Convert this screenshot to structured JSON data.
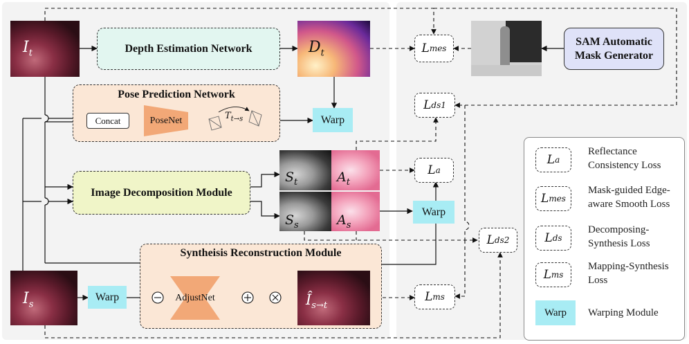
{
  "modules": {
    "depth_estimation": "Depth Estimation Network",
    "pose_prediction": "Pose Prediction Network",
    "concat": "Concat",
    "posenet": "PoseNet",
    "transform": "T",
    "transform_sub": "t→s",
    "image_decomposition": "Image Decomposition Module",
    "synthesis_reconstruction": "Syntheisis Reconstruction Module",
    "adjustnet": "AdjustNet",
    "sam": "SAM Automatic Mask Generator"
  },
  "warp_label": "Warp",
  "image_labels": {
    "it": {
      "main": "I",
      "sub": "t"
    },
    "is": {
      "main": "I",
      "sub": "s"
    },
    "dt": {
      "main": "D",
      "sub": "t"
    },
    "st": {
      "main": "S",
      "sub": "t"
    },
    "at": {
      "main": "A",
      "sub": "t"
    },
    "ss": {
      "main": "S",
      "sub": "s"
    },
    "as": {
      "main": "A",
      "sub": "s"
    },
    "ihat": {
      "main": "Î",
      "sub": "s→t"
    }
  },
  "losses": {
    "mes": {
      "main": "L",
      "sub": "mes"
    },
    "ds1": {
      "main": "L",
      "sub": "ds1"
    },
    "a": {
      "main": "L",
      "sub": "a"
    },
    "ds2": {
      "main": "L",
      "sub": "ds2"
    },
    "ms": {
      "main": "L",
      "sub": "ms"
    }
  },
  "legend": [
    {
      "symbol_main": "L",
      "symbol_sub": "a",
      "text": "Reflectance Consistency Loss"
    },
    {
      "symbol_main": "L",
      "symbol_sub": "mes",
      "text": "Mask-guided Edge-aware Smooth Loss"
    },
    {
      "symbol_main": "L",
      "symbol_sub": "ds",
      "text": "Decomposing-Synthesis Loss"
    },
    {
      "symbol_main": "L",
      "symbol_sub": "ms",
      "text": "Mapping-Synthesis Loss"
    },
    {
      "symbol_main": "Warp",
      "symbol_sub": "",
      "text": "Warping Module"
    }
  ],
  "colors": {
    "depth_box": "#e2f6f0",
    "pose_box": "#fbe7d6",
    "decomp_box": "#f0f5c8",
    "synth_box": "#fbe7d6",
    "posenet": "#f2a877",
    "adjustnet": "#f2a877",
    "warp": "#a8ecf4",
    "sam": "#dfe2f8"
  }
}
